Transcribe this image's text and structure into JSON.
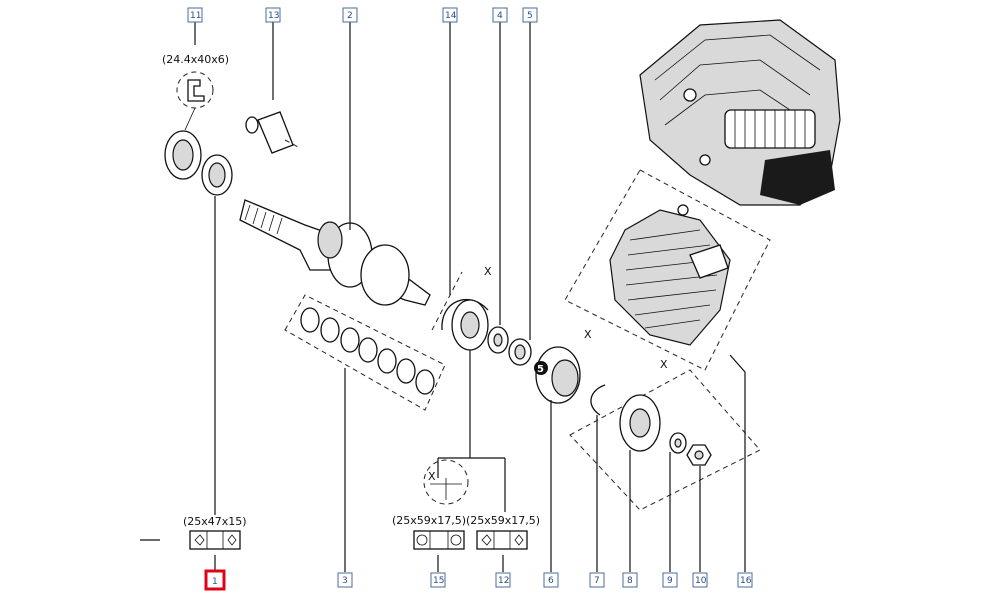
{
  "callouts": [
    {
      "id": "11",
      "label": "11"
    },
    {
      "id": "13",
      "label": "13"
    },
    {
      "id": "2",
      "label": "2"
    },
    {
      "id": "14",
      "label": "14"
    },
    {
      "id": "4",
      "label": "4"
    },
    {
      "id": "5",
      "label": "5"
    },
    {
      "id": "1",
      "label": "1",
      "selected": true
    },
    {
      "id": "3",
      "label": "3"
    },
    {
      "id": "15",
      "label": "15"
    },
    {
      "id": "12",
      "label": "12"
    },
    {
      "id": "6",
      "label": "6"
    },
    {
      "id": "7",
      "label": "7"
    },
    {
      "id": "8",
      "label": "8"
    },
    {
      "id": "9",
      "label": "9"
    },
    {
      "id": "10",
      "label": "10"
    },
    {
      "id": "16",
      "label": "16"
    }
  ],
  "dimensions": {
    "seal_11": "(24.4x40x6)",
    "bearing_1": "(25x47x15)",
    "bearing_15": "(25x59x17,5)",
    "bearing_12": "(25x59x17,5)"
  },
  "markers": {
    "x_label": "X",
    "gear_badge": "5"
  },
  "colors": {
    "callout_border": "#4a6b9e",
    "callout_text": "#2b4c86",
    "selected_border": "#e0001a"
  }
}
